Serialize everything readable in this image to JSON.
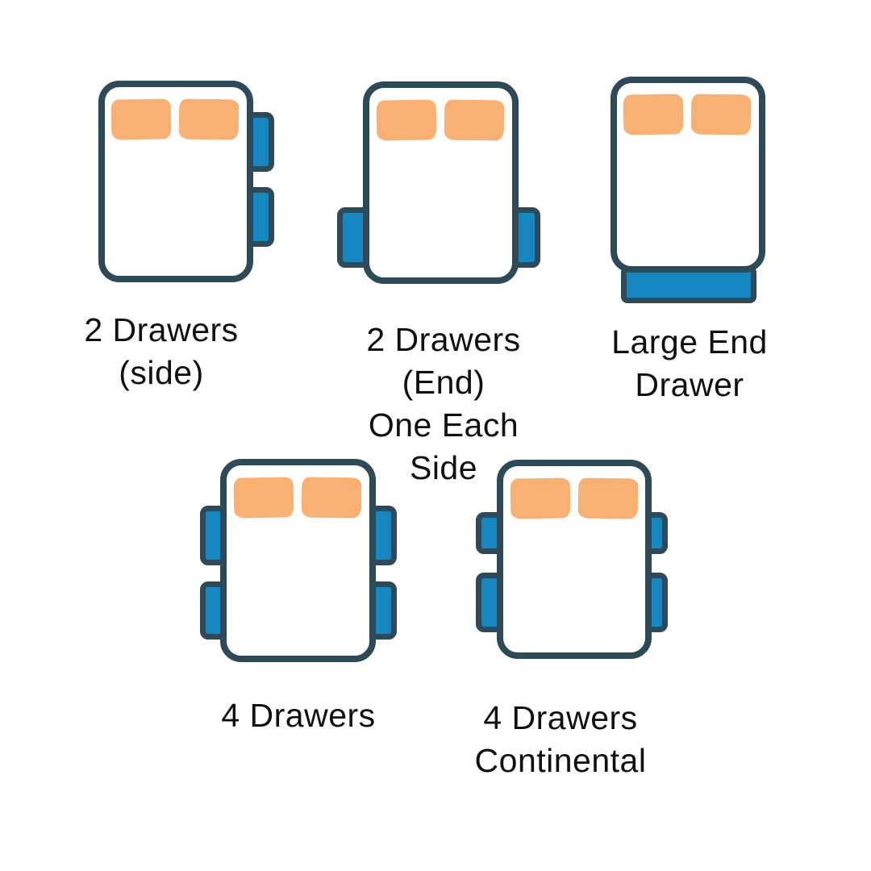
{
  "diagram": {
    "colors": {
      "background": "#ffffff",
      "outline": "#2e4a58",
      "drawer": "#1787c2",
      "pillow": "#f9b173",
      "bed_fill": "#ffffff",
      "text": "#101010"
    },
    "figures": [
      {
        "id": "2-drawers-side",
        "label_line1": "2 Drawers",
        "label_line2": "(side)",
        "drawer_count": 2
      },
      {
        "id": "2-drawers-end-one-each-side",
        "label_line1": "2 Drawers (End)",
        "label_line2": "One Each Side",
        "drawer_count": 2
      },
      {
        "id": "large-end-drawer",
        "label_line1": "Large End",
        "label_line2": "Drawer",
        "drawer_count": 1
      },
      {
        "id": "4-drawers",
        "label_line1": "4 Drawers",
        "label_line2": "",
        "drawer_count": 4
      },
      {
        "id": "4-drawers-continental",
        "label_line1": "4 Drawers",
        "label_line2": "Continental",
        "drawer_count": 4
      }
    ]
  }
}
